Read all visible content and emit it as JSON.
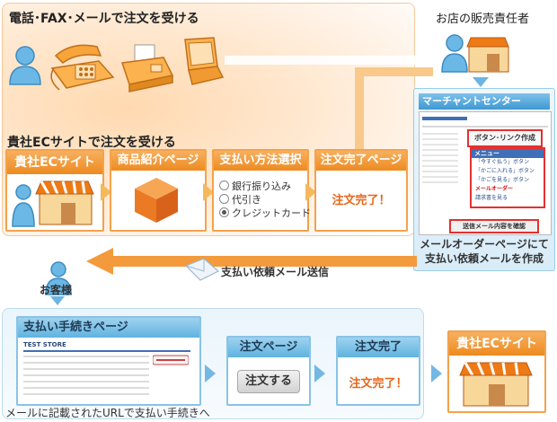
{
  "top": {
    "phone_fax_mail_label": "電話･FAX･メールで注文を受ける",
    "ec_site_label": "貴社ECサイトで注文を受ける",
    "seller_label": "お店の販売責任者"
  },
  "flow_top": [
    {
      "header": "貴社ECサイト"
    },
    {
      "header": "商品紹介ページ"
    },
    {
      "header": "支払い方法選択",
      "options": [
        "銀行振り込み",
        "代引き",
        "クレジットカード"
      ],
      "selected": 2
    },
    {
      "header": "注文完了ページ",
      "content": "注文完了！"
    }
  ],
  "merchant": {
    "title": "マーチャントセンター",
    "button_label": "ボタン･リンク作成",
    "menu_title": "メニュー",
    "menu_items": [
      "「今すぐ払う」ボタン",
      "「かごに入れる」ボタン",
      "「かごを見る」ボタン",
      "メールオーダー",
      "請求書を見る"
    ],
    "send_button": "送信メール内容を確認",
    "caption_line1": "メールオーダーページにて",
    "caption_line2": "支払い依頼メールを作成"
  },
  "mail": {
    "label": "支払い依頼メール送信"
  },
  "customer": {
    "label": "お客様"
  },
  "flow_bottom": {
    "payment_page_header": "支払い手続きページ",
    "store_name": "TEST STORE",
    "order_page_header": "注文ページ",
    "order_button": "注文する",
    "order_done_header": "注文完了",
    "order_done_text": "注文完了！",
    "ec_site_header": "貴社ECサイト",
    "footer_caption": "メールに記載されたURLで支払い手続きへ"
  },
  "colors": {
    "orange": "#ee8a1e",
    "orange_light": "#f5b95c",
    "blue": "#5fb3e0",
    "done_red": "#e8661a"
  }
}
